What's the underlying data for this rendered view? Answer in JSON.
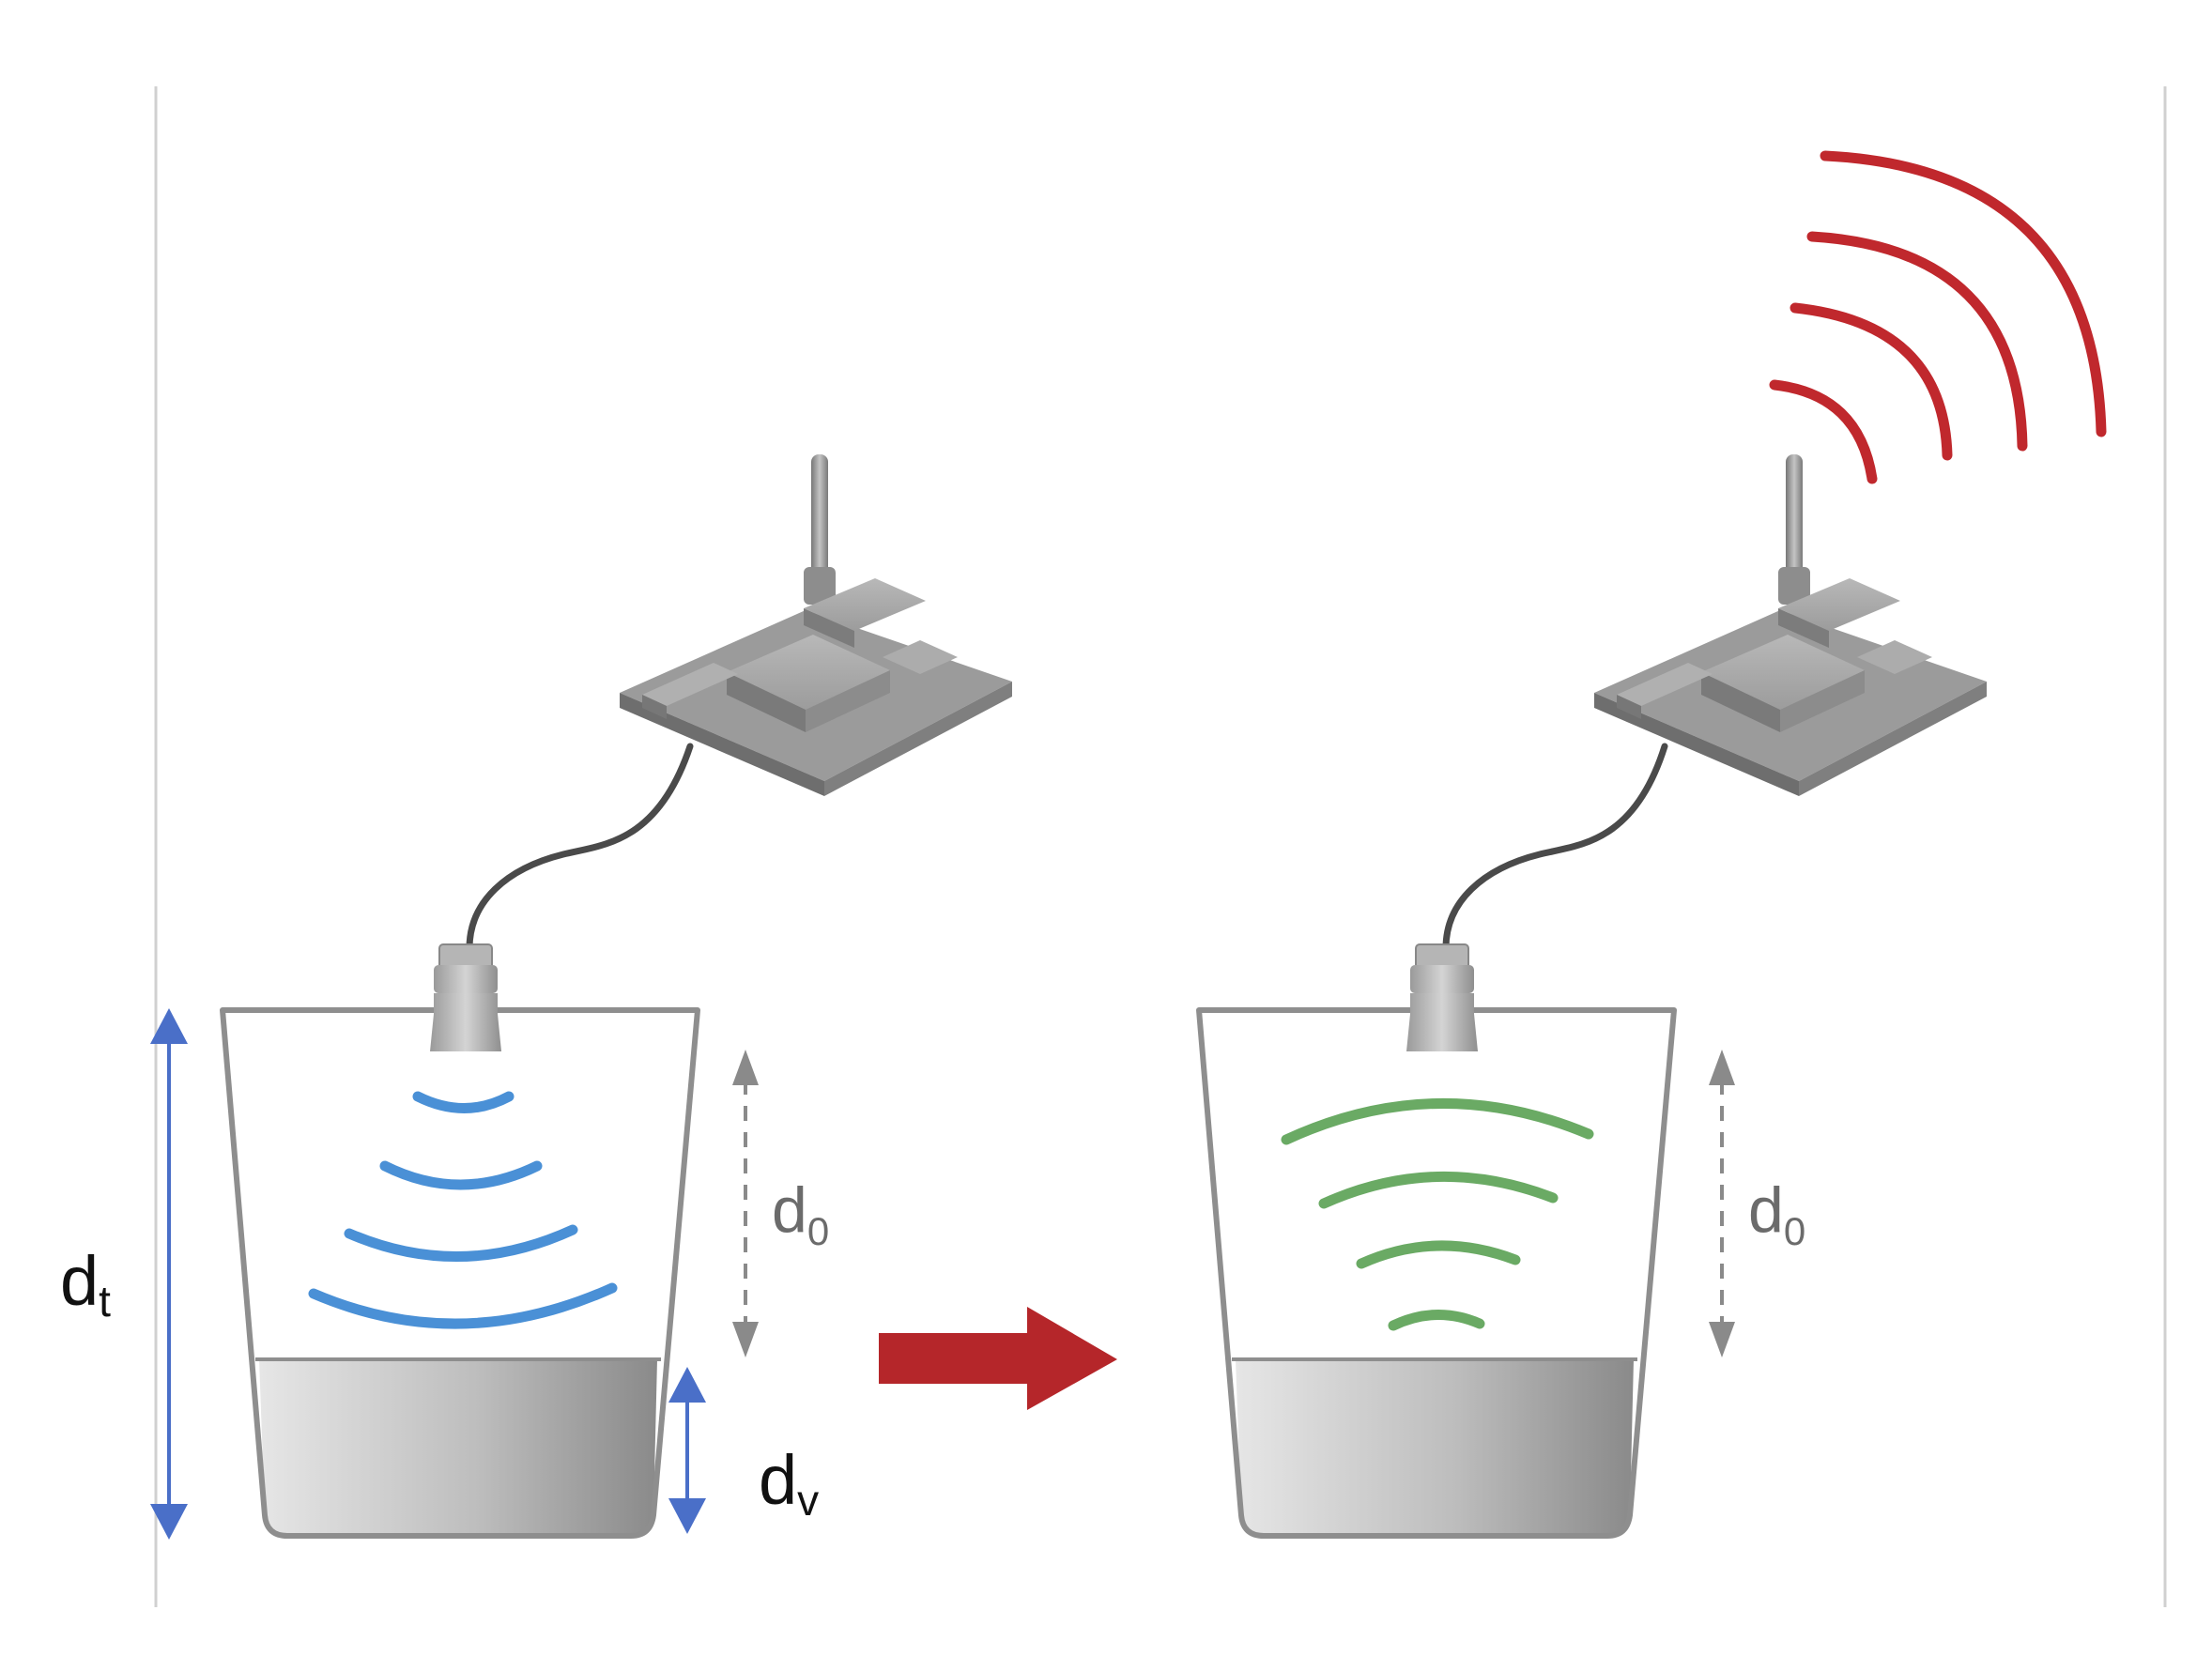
{
  "labels": {
    "dt": {
      "main": "d",
      "sub": "t"
    },
    "dv": {
      "main": "d",
      "sub": "v"
    },
    "d0_left": {
      "main": "d",
      "sub": "0"
    },
    "d0_right": {
      "main": "d",
      "sub": "0"
    }
  },
  "colors": {
    "outgoing_wave": "#4a90d6",
    "returning_wave": "#6aaa64",
    "radio_wave": "#c0282d",
    "transition_arrow": "#b5262a",
    "dimension_arrow": "#4a6fc8",
    "dashed_arrow": "#8a8a8a"
  },
  "icons": {
    "sensor": "ultrasonic-sensor-icon",
    "board": "wireless-board-icon",
    "container": "bucket-icon"
  }
}
